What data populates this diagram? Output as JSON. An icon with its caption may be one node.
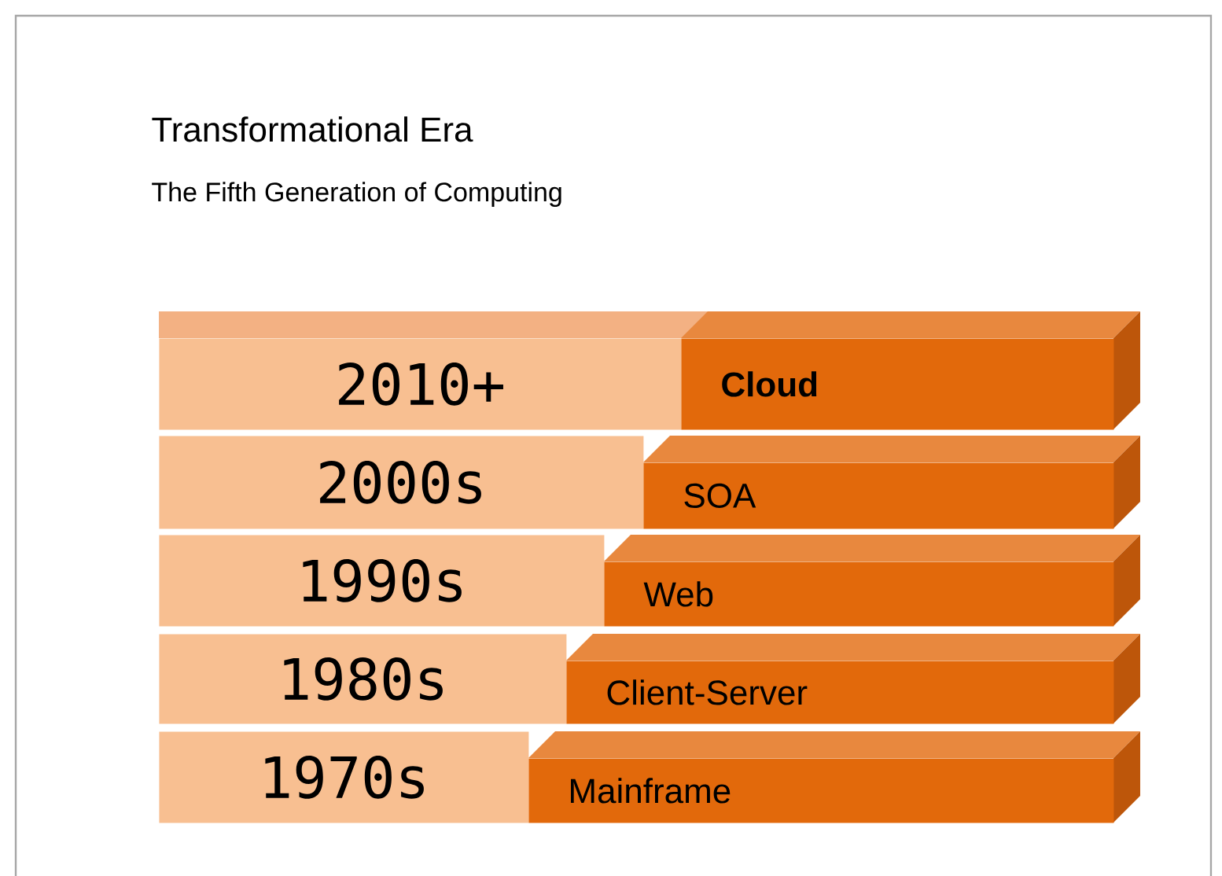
{
  "diagram": {
    "title": "Transformational Era",
    "caption": "The Fifth Generation of Computing",
    "nodes": [
      {
        "text": [
          "2010+"
        ]
      },
      {
        "text": [
          "Cloud"
        ]
      },
      {
        "text": [
          "2000s"
        ]
      },
      {
        "text": [
          "SOA"
        ]
      },
      {
        "text": [
          "1990s"
        ]
      },
      {
        "text": [
          "Web"
        ]
      },
      {
        "text": [
          "1980s"
        ]
      },
      {
        "text": [
          "Client-Server"
        ]
      },
      {
        "text": [
          "1970s"
        ]
      },
      {
        "text": [
          "Mainframe"
        ]
      }
    ]
  }
}
